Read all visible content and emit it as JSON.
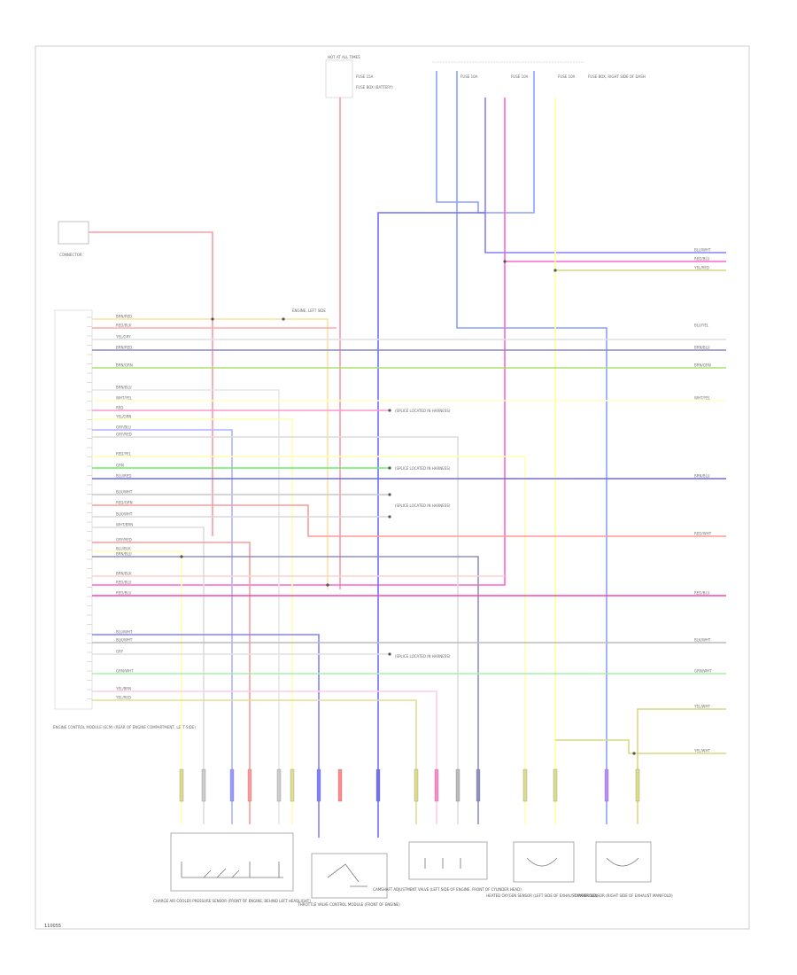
{
  "diagram": {
    "page_code": "110055",
    "fuse_box": {
      "title": "HOT AT ALL TIMES",
      "fuse_left": "FUSE 15A",
      "fuse_left_note": "FUSE BOX (BATTERY)",
      "fuse_right_note": "FUSE BOX, RIGHT SIDE OF DASH",
      "fuse_a": "FUSE 10A",
      "fuse_b": "FUSE 10A",
      "fuse_c": "FUSE 10A"
    },
    "connector_block_label": "CONNECTOR",
    "ecm_label": "ENGINE CONTROL MODULE (ECM) (REAR OF ENGINE COMPARTMENT, LEFT SIDE)",
    "ground_note": "ENGINE, LEFT SIDE",
    "splices": [
      "(SPLICE LOCATED IN HARNESS)",
      "(SPLICE LOCATED IN HARNESS)",
      "(SPLICE LOCATED IN HARNESS)",
      "(SPLICE LOCATED IN HARNESS)"
    ],
    "wire_labels": [
      "BRN/RED",
      "RED/BLK",
      "YEL/GRY",
      "BRN/RED",
      "BRN/GRN",
      "BRN/BLU",
      "WHT/YEL",
      "RED",
      "YEL/GRN",
      "GRY/BLU",
      "GRY/RED",
      "RED/YEL",
      "GRN",
      "BLU/RED",
      "BLK/WHT",
      "RED/GRN",
      "BLK/WHT",
      "WHT/BRN",
      "GRY/RED",
      "BLU/BLK",
      "BRN/BLU",
      "BRN/BLK",
      "RED/BLU",
      "RED/BLU",
      "BLU/WHT",
      "BLK/WHT",
      "GRY",
      "GRN/WHT",
      "YEL/BRN",
      "YEL/RED"
    ],
    "right_labels": [
      "BLU/WHT",
      "RED/BLU",
      "YEL/RED",
      "BLU/YEL",
      "BRN/BLU",
      "BRN/GRN",
      "WHT/YEL",
      "BRN/BLU",
      "RED/WHT",
      "RED/BLU",
      "BLK/WHT",
      "GRN/WHT",
      "YEL/WHT",
      "YEL/WHT"
    ],
    "components": [
      "CHARGE AIR COOLER PRESSURE SENSOR (FRONT OF ENGINE, BEHIND LEFT HEADLIGHT)",
      "THROTTLE VALVE CONTROL MODULE (FRONT OF ENGINE)",
      "CAMSHAFT ADJUSTMENT VALVE (LEFT SIDE OF ENGINE, FRONT OF CYLINDER HEAD)",
      "HEATED OXYGEN SENSOR (LEFT SIDE OF EXHAUST MANIFOLD)",
      "OXYGEN SENSOR (RIGHT SIDE OF EXHAUST MANIFOLD)"
    ]
  }
}
